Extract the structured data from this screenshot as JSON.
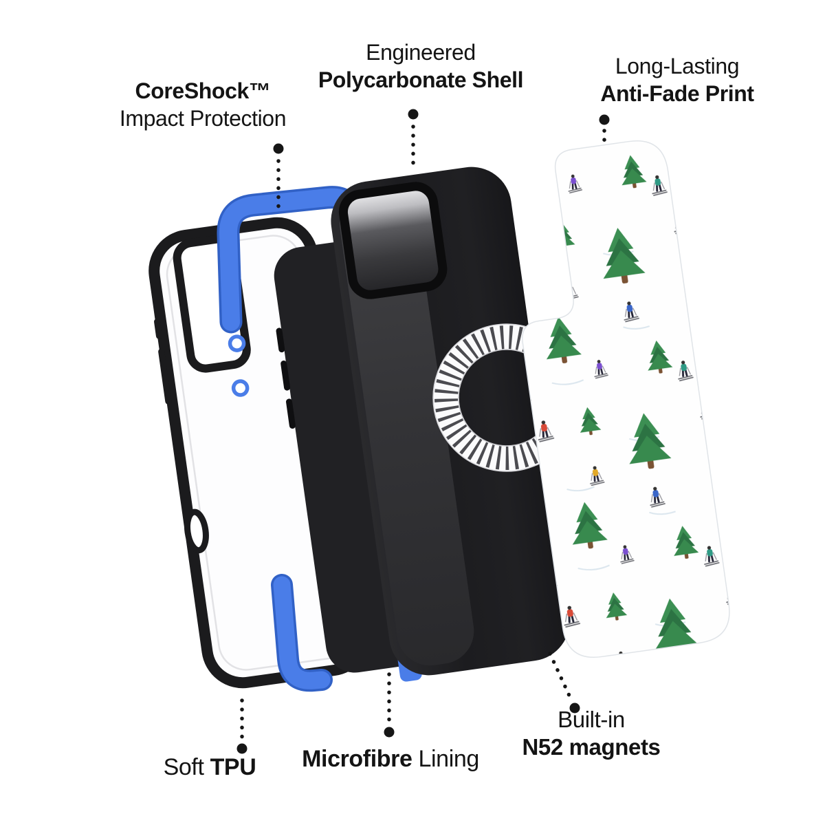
{
  "labels": {
    "coreshock": {
      "line1": "CoreShock™",
      "line2": "Impact Protection"
    },
    "shell": {
      "line1": "Engineered",
      "line2": "Polycarbonate Shell"
    },
    "print": {
      "line1": "Long-Lasting",
      "line2": "Anti-Fade Print"
    },
    "tpu": {
      "word1": "Soft",
      "word2": "TPU"
    },
    "microfibre": {
      "word1": "Microfibre",
      "word2": "Lining"
    },
    "magnets": {
      "line1": "Built-in",
      "line2": "N52 magnets"
    }
  },
  "colors": {
    "background": "#ffffff",
    "text": "#141414",
    "case_black": "#1b1b1d",
    "accent_blue": "#4a7de8",
    "accent_blue_dark": "#3161c6",
    "lining_grey": "#39393c",
    "tree_green": "#388a4e",
    "dot_black": "#161616"
  }
}
